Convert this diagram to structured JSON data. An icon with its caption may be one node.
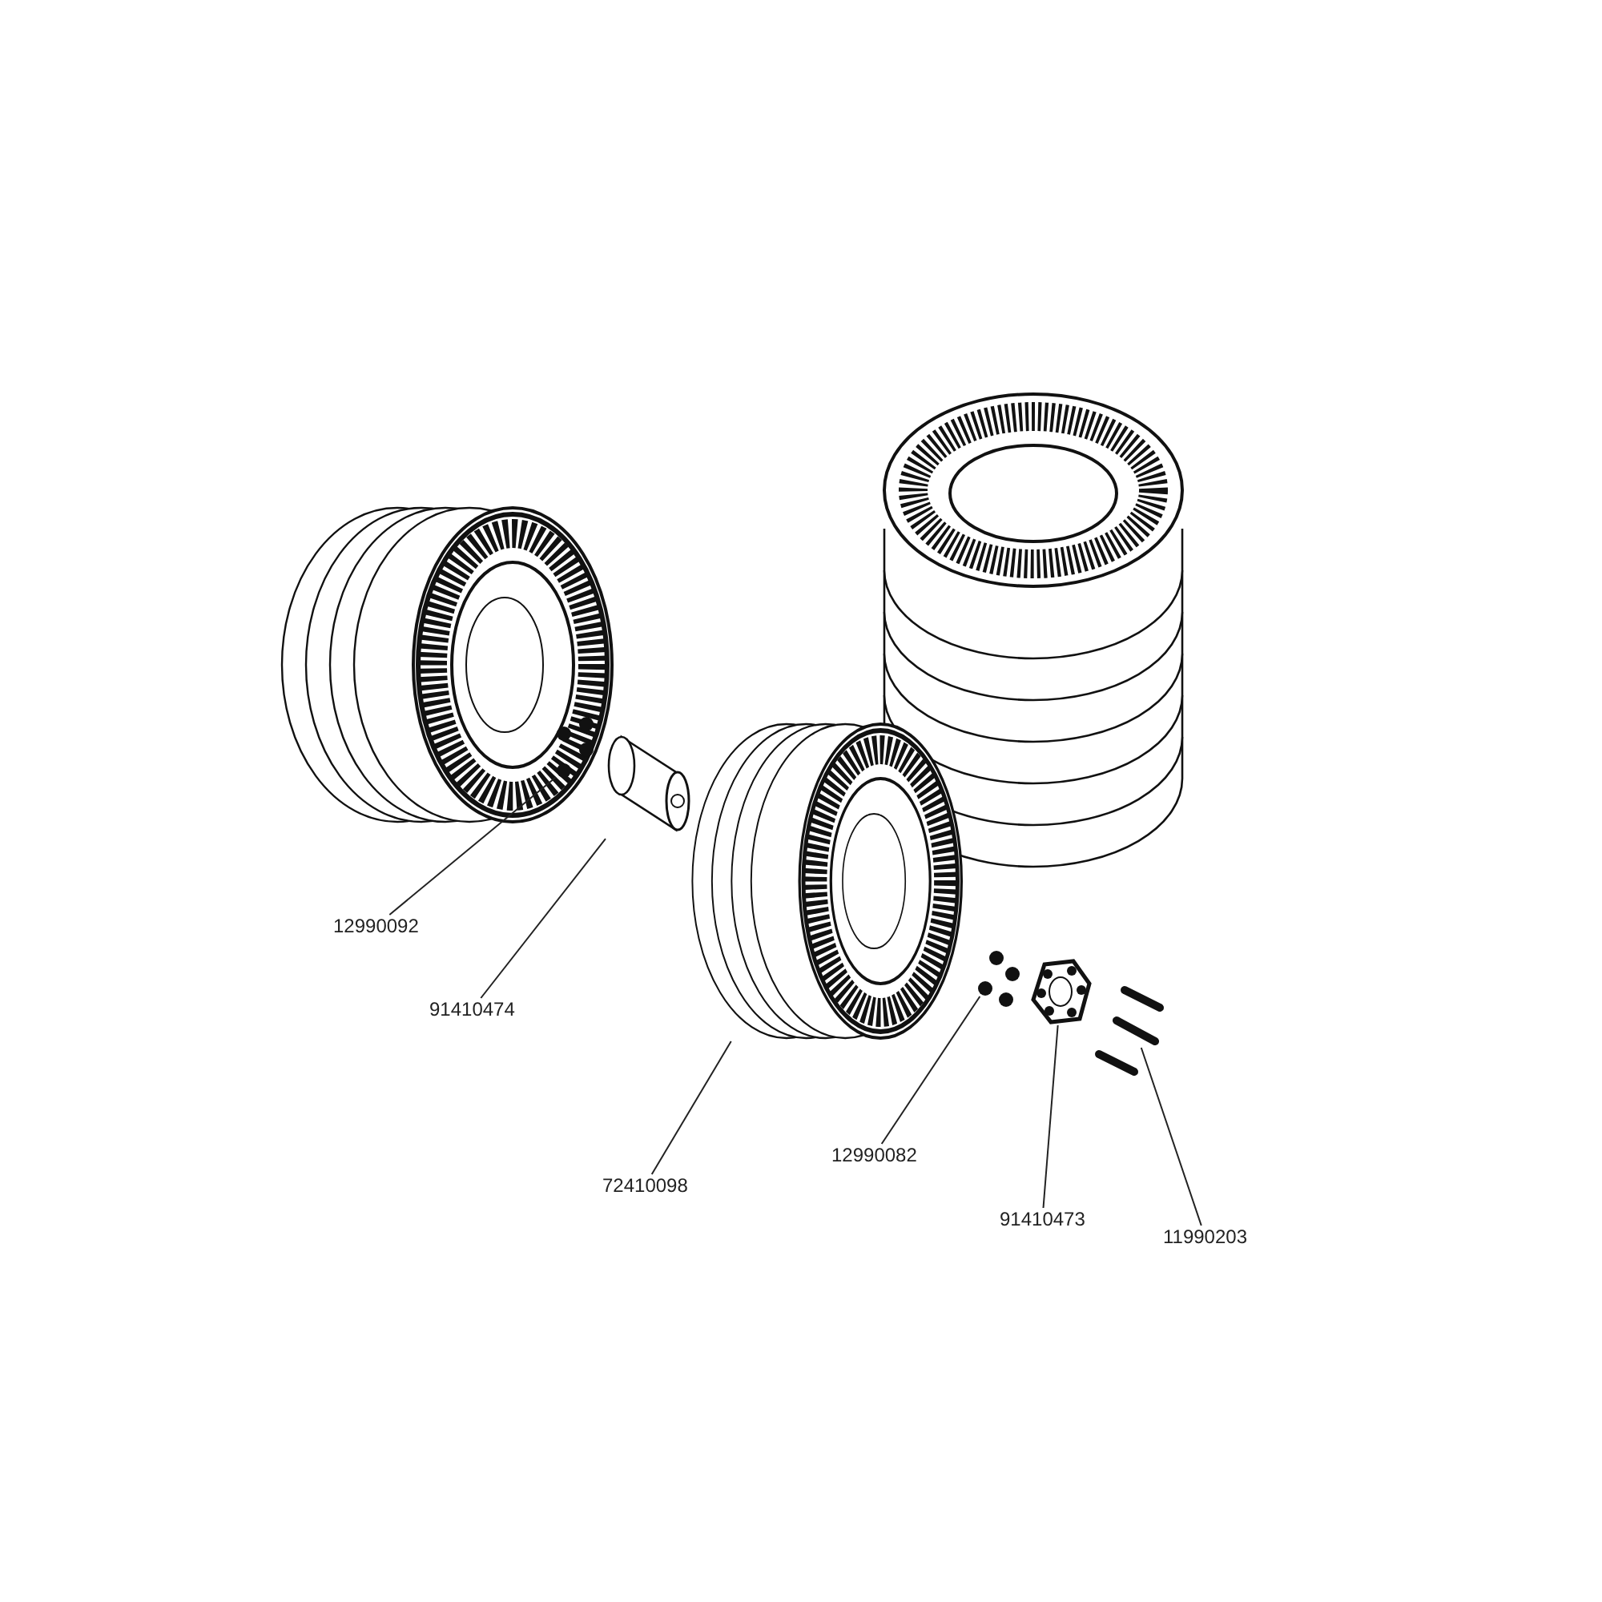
{
  "diagram": {
    "nodes": [
      {
        "text": [
          "12990092"
        ]
      },
      {
        "text": [
          "91410474"
        ]
      },
      {
        "text": [
          "72410098"
        ]
      },
      {
        "text": [
          "12990082"
        ]
      },
      {
        "text": [
          "91410473"
        ]
      },
      {
        "text": [
          "11990203"
        ]
      },
      {
        "text": [],
        "shape": "circle"
      },
      {
        "text": [],
        "shape": "cylinder"
      },
      {
        "text": [],
        "shape": "picture"
      },
      {
        "text": [],
        "shape": "circle"
      },
      {
        "text": [],
        "shape": "picture"
      },
      {
        "text": [],
        "shape": "picture"
      }
    ],
    "edges": [
      {
        "from": 0,
        "to": 6,
        "arrow": "none"
      },
      {
        "from": 1,
        "to": 7,
        "arrow": "none"
      },
      {
        "from": 2,
        "to": 8,
        "arrow": "none"
      },
      {
        "from": 3,
        "to": 9,
        "arrow": "none"
      },
      {
        "from": 4,
        "to": 10,
        "arrow": "none"
      },
      {
        "from": 5,
        "to": 11,
        "arrow": "none"
      }
    ]
  }
}
